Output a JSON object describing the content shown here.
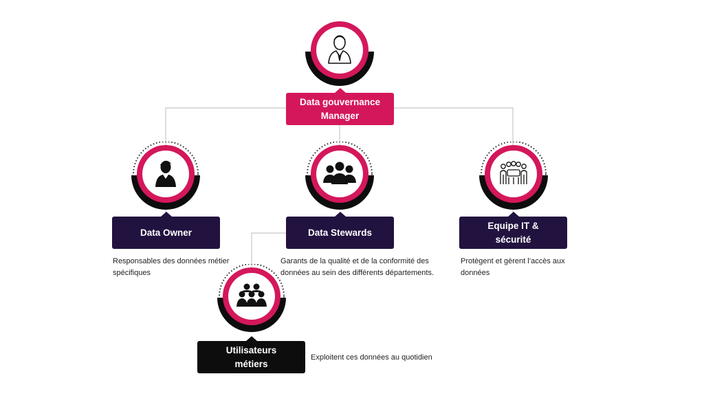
{
  "colors": {
    "accent": "#d4175b",
    "navy": "#22123f",
    "black": "#0d0d0d",
    "connector": "#c8c8c8"
  },
  "nodes": {
    "manager": {
      "title_line1": "Data gouvernance",
      "title_line2": "Manager",
      "icon": "businessman-icon",
      "description": ""
    },
    "owner": {
      "title_line1": "Data Owner",
      "icon": "person-icon",
      "description_line1": "Responsables des données métier",
      "description_line2": "spécifiques"
    },
    "stewards": {
      "title_line1": "Data Stewards",
      "icon": "group-icon",
      "description_line1": "Garants de la qualité et de la conformité des",
      "description_line2": "données au sein des différents départements."
    },
    "it": {
      "title_line1": "Equipe IT &",
      "title_line2": "sécurité",
      "icon": "team-meeting-icon",
      "description_line1": "Protègent et gèrent l’accès aux",
      "description_line2": "données"
    },
    "users": {
      "title_line1": "Utilisateurs",
      "title_line2": "métiers",
      "icon": "crowd-icon",
      "description_line1": "Exploitent ces données au quotidien"
    }
  }
}
